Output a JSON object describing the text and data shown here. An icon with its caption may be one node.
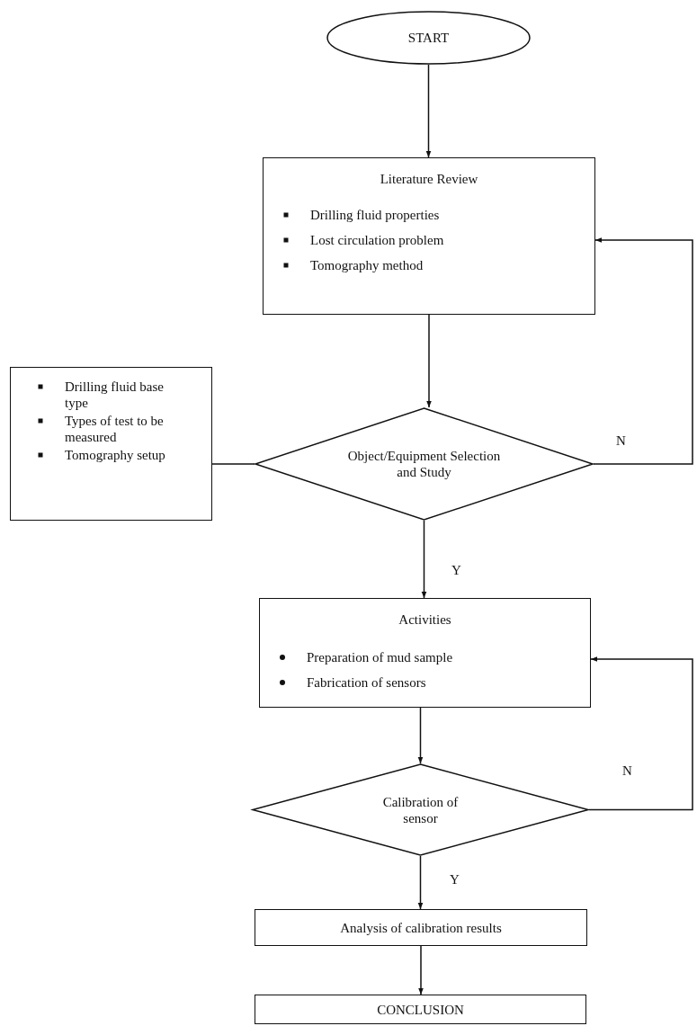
{
  "diagram": {
    "nodes": [
      {
        "text": [
          "START"
        ]
      },
      {
        "text": [
          "Literature Review",
          "Drilling fluid properties",
          "Lost circulation problem",
          "Tomography method"
        ]
      },
      {
        "text": [
          "Drilling fluid base type",
          "Types of test to be measured",
          "Tomography setup"
        ]
      },
      {
        "text": [
          "Object/Equipment Selection and Study"
        ]
      },
      {
        "text": [
          "Activities",
          "Preparation of mud sample",
          "Fabrication of sensors"
        ]
      },
      {
        "text": [
          "Calibration of sensor"
        ]
      },
      {
        "text": [
          "Analysis of calibration results"
        ]
      },
      {
        "text": [
          "CONCLUSION"
        ]
      }
    ],
    "edges": [
      {
        "from": 0,
        "to": 1,
        "arrow": "to"
      },
      {
        "from": 1,
        "to": 3,
        "arrow": "to"
      },
      {
        "from": 2,
        "to": 3,
        "arrow": "none"
      },
      {
        "from": 3,
        "to": 1,
        "arrow": "to",
        "label": "N"
      },
      {
        "from": 3,
        "to": 4,
        "arrow": "to",
        "label": "Y"
      },
      {
        "from": 4,
        "to": 5,
        "arrow": "to"
      },
      {
        "from": 5,
        "to": 4,
        "arrow": "to",
        "label": "N"
      },
      {
        "from": 5,
        "to": 6,
        "arrow": "to",
        "label": "Y"
      },
      {
        "from": 6,
        "to": 7,
        "arrow": "to"
      }
    ]
  }
}
